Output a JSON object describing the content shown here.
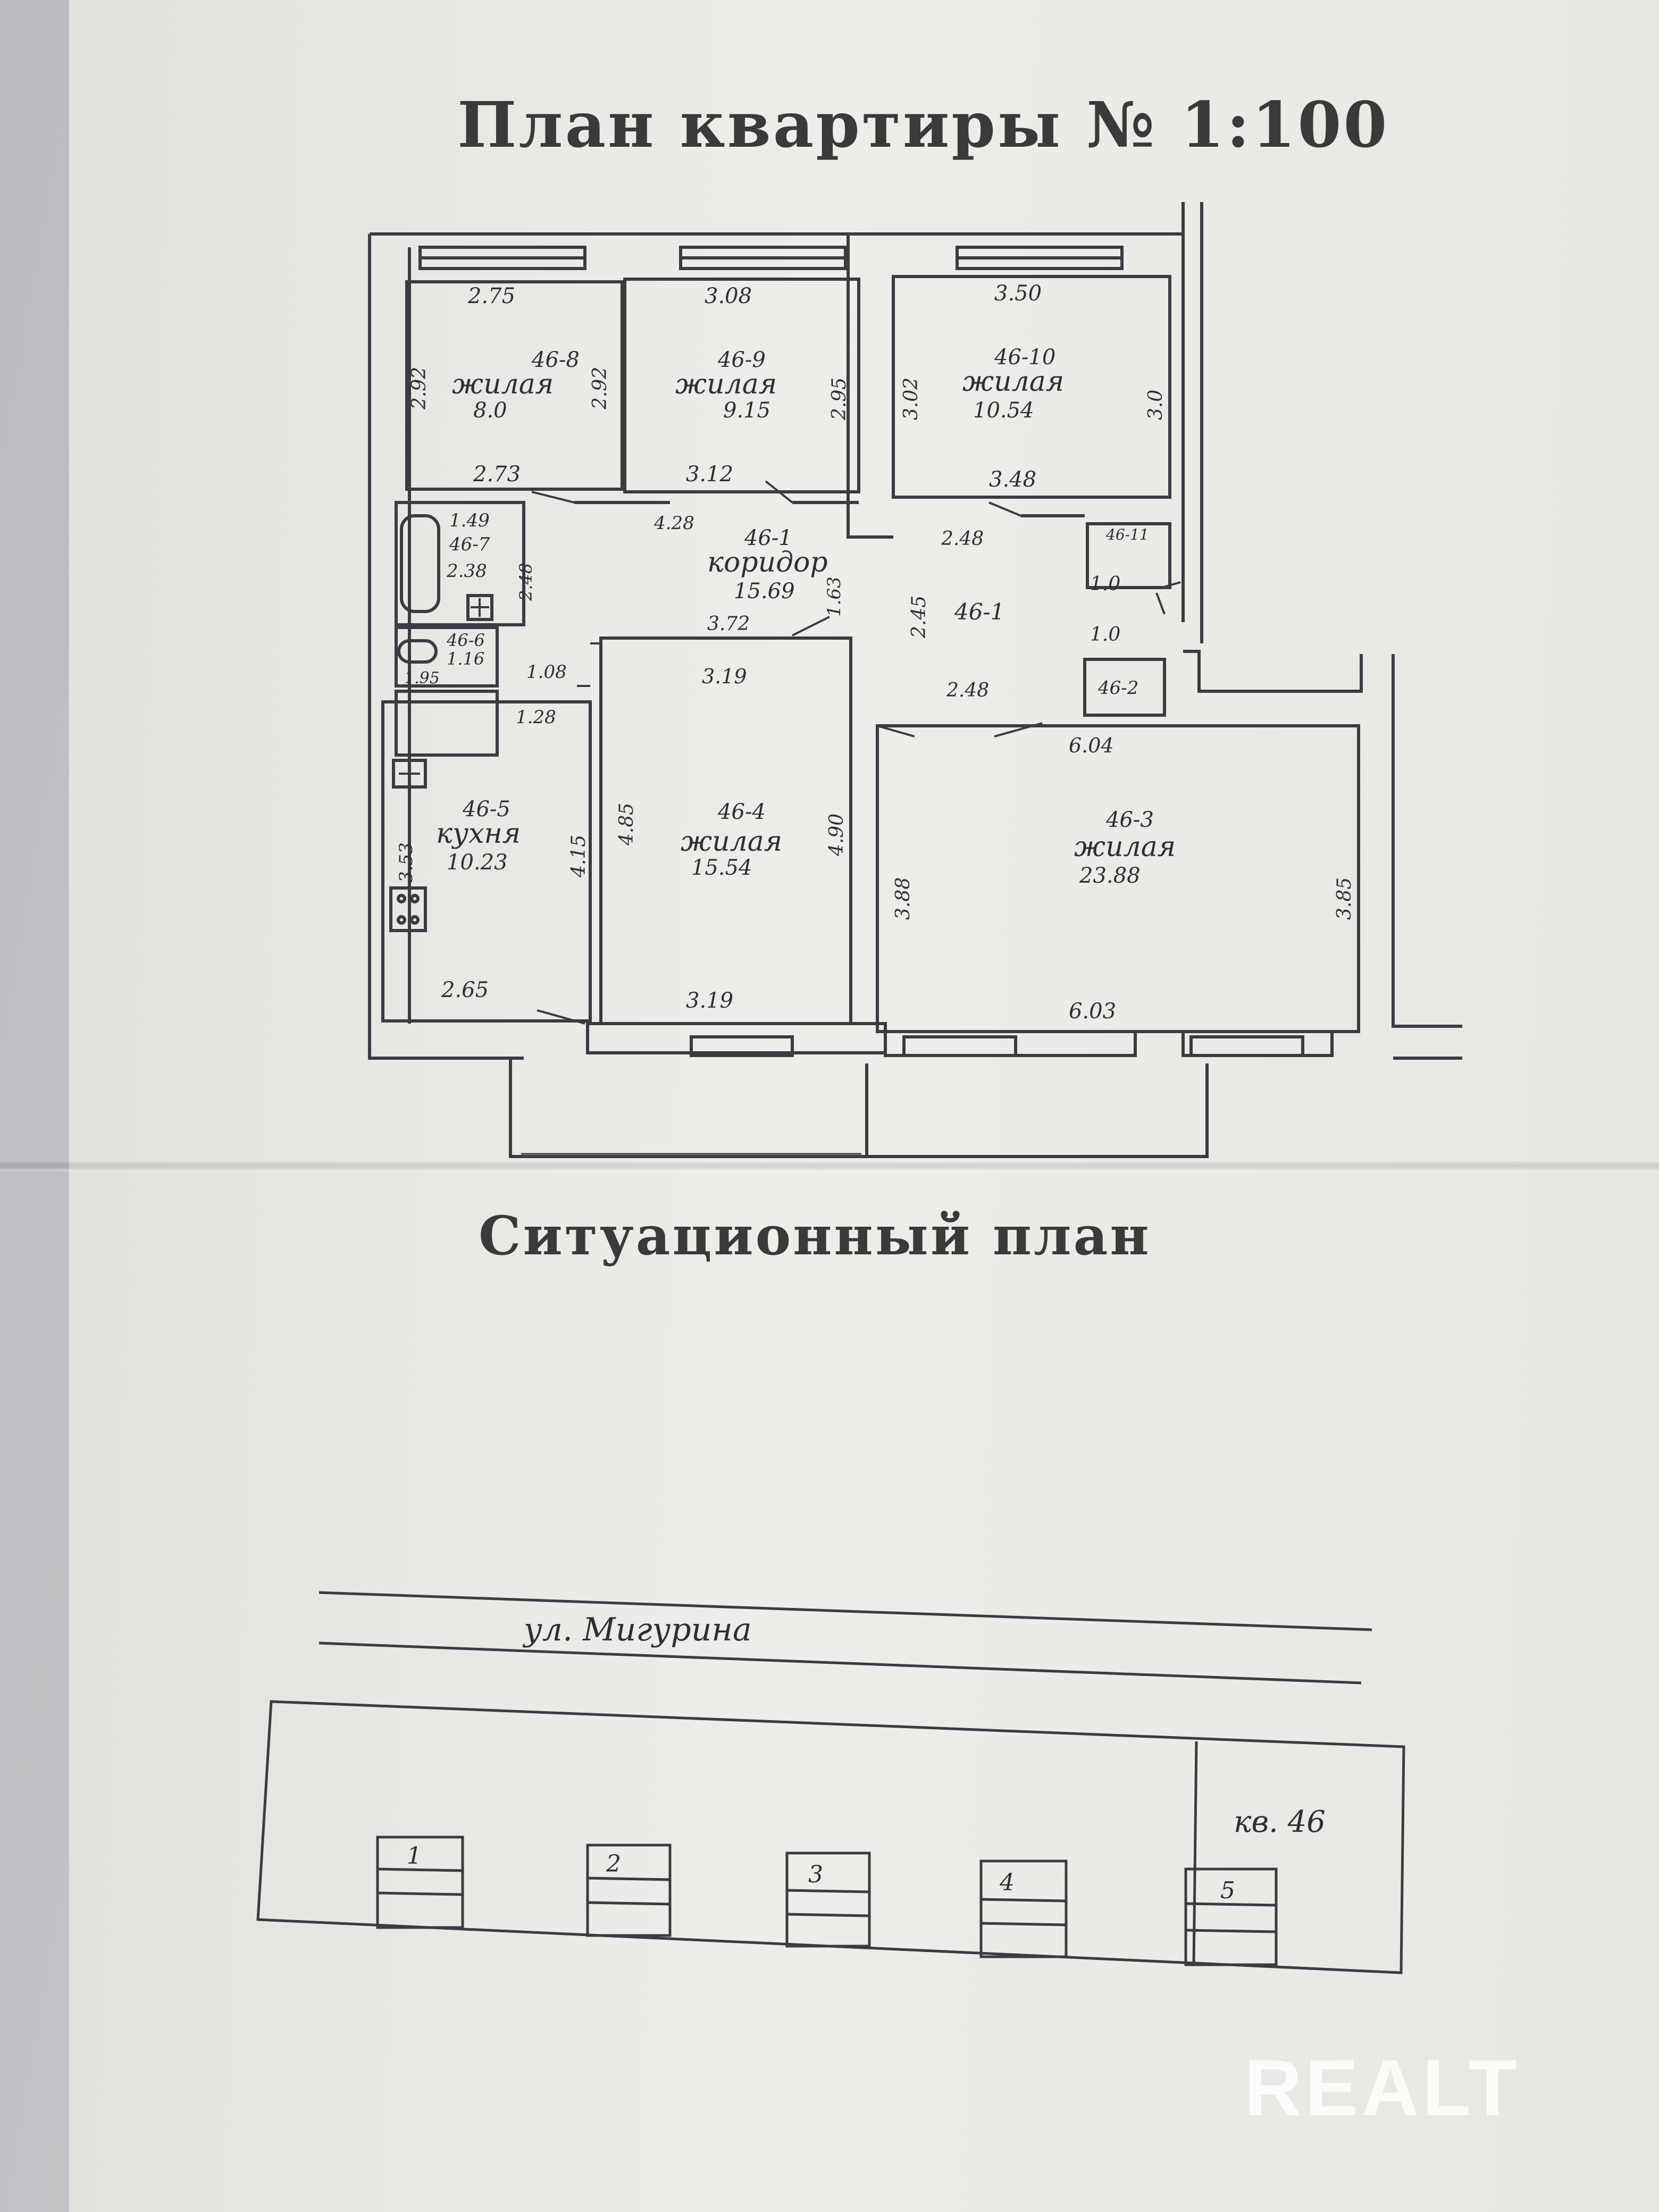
{
  "document": {
    "title": "План квартиры № 1:100",
    "situation_title": "Ситуационный план",
    "watermark": "REALT"
  },
  "rooms": [
    {
      "id": "46-8",
      "type": "жилая",
      "area": "8.0",
      "dims": [
        "2.75",
        "2.92",
        "2.92",
        "2.73"
      ]
    },
    {
      "id": "46-9",
      "type": "жилая",
      "area": "9.15",
      "dims": [
        "3.08",
        "2.95",
        "3.12"
      ]
    },
    {
      "id": "46-10",
      "type": "жилая",
      "area": "10.54",
      "dims": [
        "3.50",
        "3.02",
        "3.0",
        "3.48"
      ]
    },
    {
      "id": "46-7",
      "area": "2.38",
      "dims": [
        "1.49",
        "2.48"
      ]
    },
    {
      "id": "46-6",
      "area": "1.16",
      "dims": [
        "1.95"
      ]
    },
    {
      "id": "46-1",
      "type": "коридор",
      "area": "15.69",
      "dims": [
        "4.28",
        "1.63",
        "3.72",
        "2.45",
        "1.08",
        "1.28",
        "2.48",
        "2.48"
      ]
    },
    {
      "id": "46-11",
      "dims": [
        "1.0"
      ]
    },
    {
      "id": "46-2",
      "dims": [
        "1.0"
      ]
    },
    {
      "id": "46-5",
      "type": "кухня",
      "area": "10.23",
      "dims": [
        "3.53",
        "4.15",
        "2.65"
      ]
    },
    {
      "id": "46-4",
      "type": "жилая",
      "area": "15.54",
      "dims": [
        "3.19",
        "4.85",
        "4.90",
        "3.19"
      ]
    },
    {
      "id": "46-3",
      "type": "жилая",
      "area": "23.88",
      "dims": [
        "6.04",
        "3.88",
        "3.85",
        "6.03"
      ]
    }
  ],
  "situation": {
    "street": "ул. Мигурина",
    "block": "кв. 46",
    "entrances": [
      "1",
      "2",
      "3",
      "4",
      "5"
    ]
  }
}
